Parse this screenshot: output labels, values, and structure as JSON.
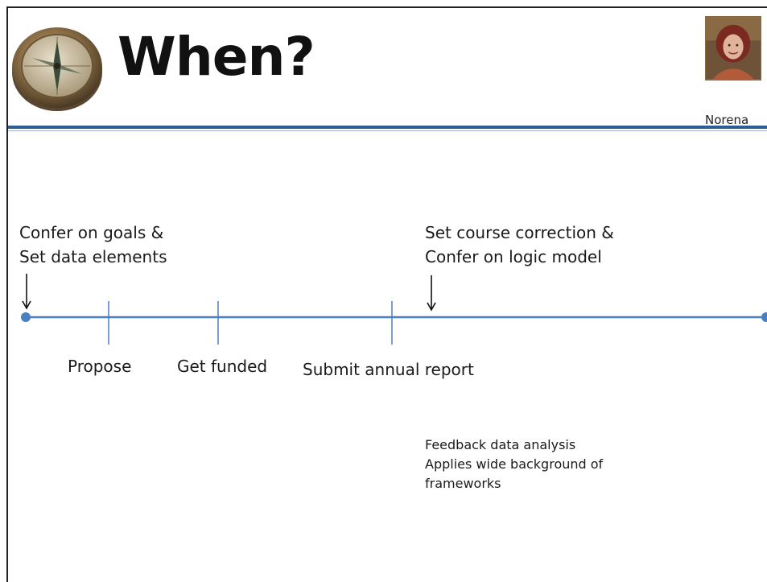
{
  "title": "When?",
  "presenter": {
    "name": "Norena"
  },
  "timeline": {
    "start_above_line1": "Confer on goals &",
    "start_above_line2": "Set data elements",
    "mid_above_line1": "Set course correction &",
    "mid_above_line2": "Confer on logic model",
    "ticks": [
      "Propose",
      "Get funded",
      "Submit annual report"
    ],
    "note_line1": "Feedback data analysis",
    "note_line2": "Applies wide background of",
    "note_line3": "frameworks"
  },
  "colors": {
    "accent_blue": "#2e5d94",
    "timeline_line": "#4a7fc0",
    "timeline_point": "#4a7fc0"
  },
  "icons": {
    "logo": "compass-icon",
    "portrait": "presenter-photo"
  }
}
